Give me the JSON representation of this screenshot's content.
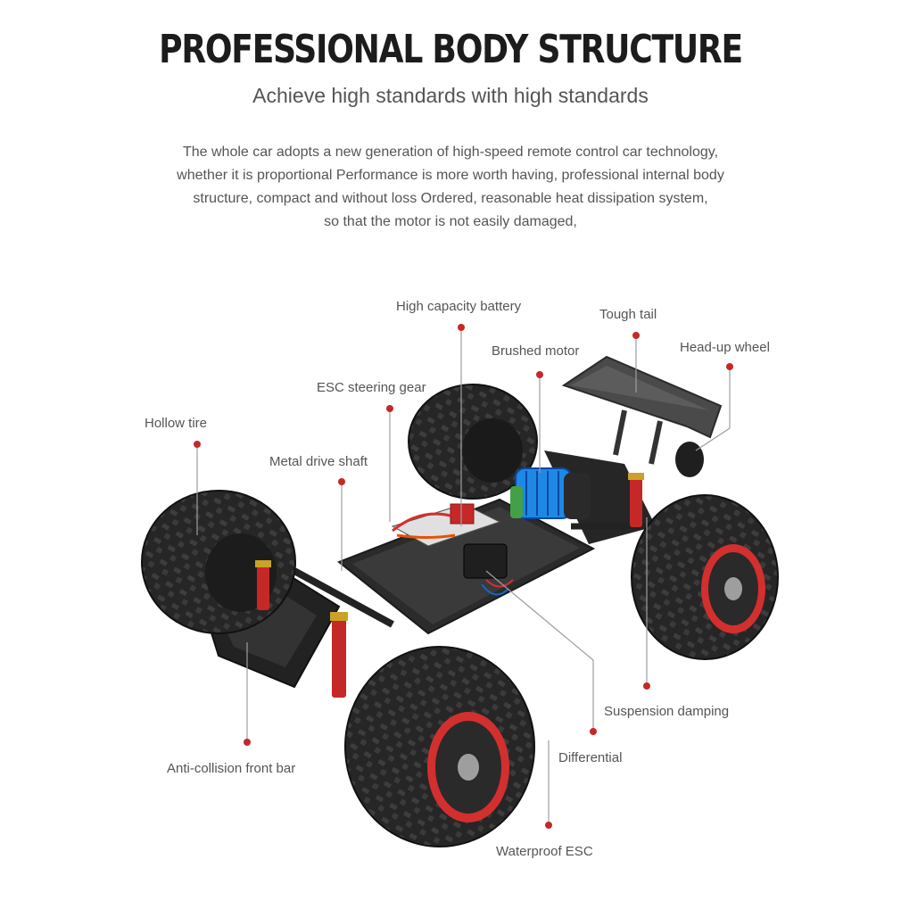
{
  "header": {
    "title": "PROFESSIONAL BODY STRUCTURE",
    "subtitle": "Achieve high standards with high standards",
    "description_lines": [
      "The whole car adopts a new generation of high-speed remote control car technology,",
      "whether it is proportional Performance is more worth having, professional internal body",
      "structure, compact and without loss Ordered, reasonable heat dissipation system,",
      "so that the motor is not easily damaged,"
    ]
  },
  "colors": {
    "accent_dot": "#c62828",
    "leader_line": "#9e9e9e",
    "tire": "#232323",
    "rim": "#d32f2f",
    "motor": "#1e88e5",
    "shock": "#c9a227"
  },
  "callouts": {
    "hollow_tire": "Hollow tire",
    "metal_drive_shaft": "Metal drive shaft",
    "esc_steering_gear": "ESC steering gear",
    "high_capacity_battery": "High capacity battery",
    "brushed_motor": "Brushed motor",
    "tough_tail": "Tough tail",
    "head_up_wheel": "Head-up wheel",
    "suspension_damping": "Suspension damping",
    "differential": "Differential",
    "waterproof_esc": "Waterproof ESC",
    "anti_collision_front_bar": "Anti-collision front bar"
  }
}
